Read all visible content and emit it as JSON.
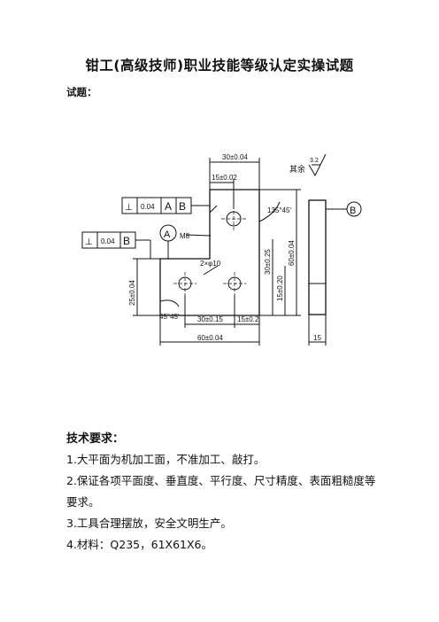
{
  "document": {
    "title": "钳工(高级技师)职业技能等级认定实操试题",
    "exam_label": "试题："
  },
  "drawing": {
    "dims": {
      "top_width": "30±0.04",
      "top_inner": "15±0.02",
      "bottom_mid": "30±0.15",
      "bottom_right": "15±0.2",
      "bottom_total": "60±0.04",
      "left_height": "25±0.04",
      "height_60": "60±0.04",
      "height_30": "30±0.25",
      "height_inner": "15±0.20",
      "side_thickness": "15"
    },
    "annotations": {
      "angle_top": "135°45'",
      "angle_bottom": "45°45'",
      "holes": "2×φ10",
      "thread": "M8",
      "roughness_note": "其余",
      "roughness_value": "3.2"
    },
    "tolerance_frames": {
      "frame1": {
        "symbol": "⊥",
        "value": "0.04",
        "datum1": "A",
        "datum2": "B"
      },
      "frame2": {
        "symbol": "⊥",
        "value": "0.04",
        "datum": "B"
      }
    },
    "datums": {
      "a": "A",
      "b": "B"
    }
  },
  "requirements": {
    "title": "技术要求：",
    "items": [
      "1.大平面为机加工面，不准加工、敲打。",
      "2.保证各项平面度、垂直度、平行度、尺寸精度、表面粗糙度等要求。",
      "3.工具合理摆放，安全文明生产。",
      "4.材料：Q235，61X61X6。"
    ]
  }
}
